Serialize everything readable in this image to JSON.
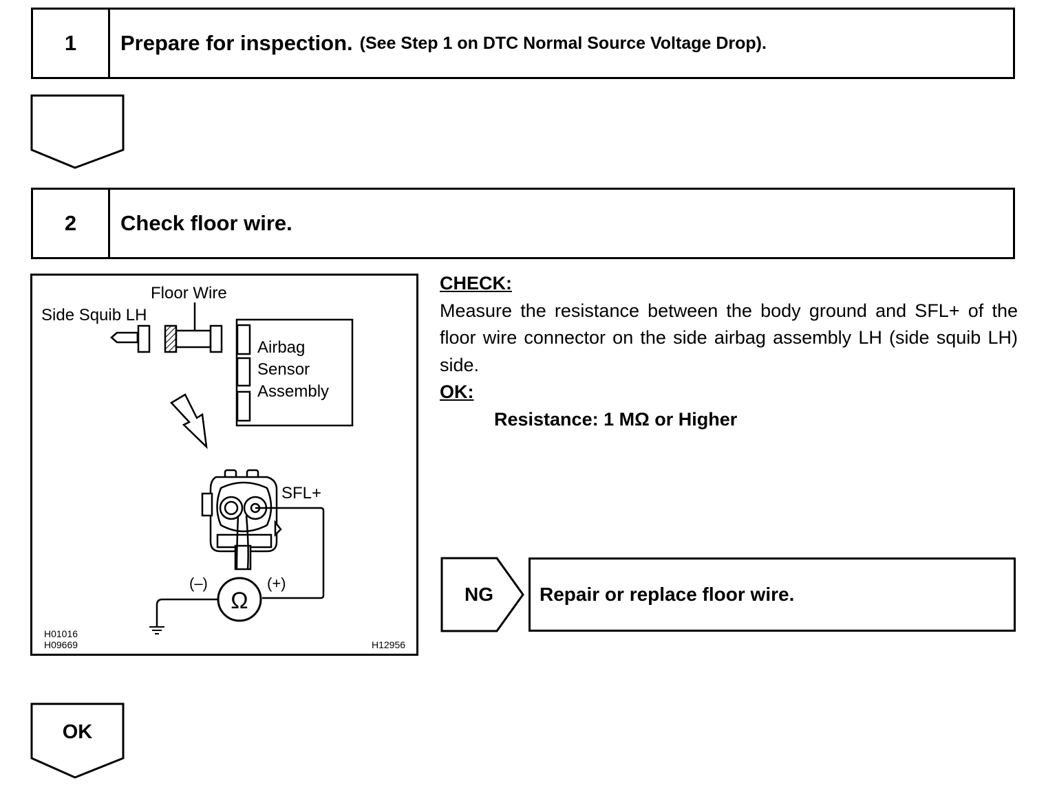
{
  "step1": {
    "number": "1",
    "title": "Prepare for inspection.",
    "reference": "(See Step 1 on DTC Normal Source Voltage Drop)."
  },
  "step2": {
    "number": "2",
    "title": "Check floor wire."
  },
  "illustration": {
    "label_floor_wire": "Floor Wire",
    "label_side_squib": "Side Squib LH",
    "label_airbag": "Airbag",
    "label_sensor": "Sensor",
    "label_assembly": "Assembly",
    "label_sfl": "SFL+",
    "label_minus": "(–)",
    "label_plus": "(+)",
    "ohm_symbol": "Ω",
    "code_1": "H01016",
    "code_2": "H09669",
    "code_3": "H12956"
  },
  "check": {
    "heading": "CHECK:",
    "text": "Measure the resistance between the body ground and SFL+ of the floor wire connector on the side airbag assembly LH (side squib LH) side.",
    "ok_heading": "OK:",
    "spec": "Resistance: 1 MΩ or Higher"
  },
  "ng": {
    "label": "NG",
    "action": "Repair or replace floor wire."
  },
  "ok_flow": {
    "label": "OK"
  }
}
